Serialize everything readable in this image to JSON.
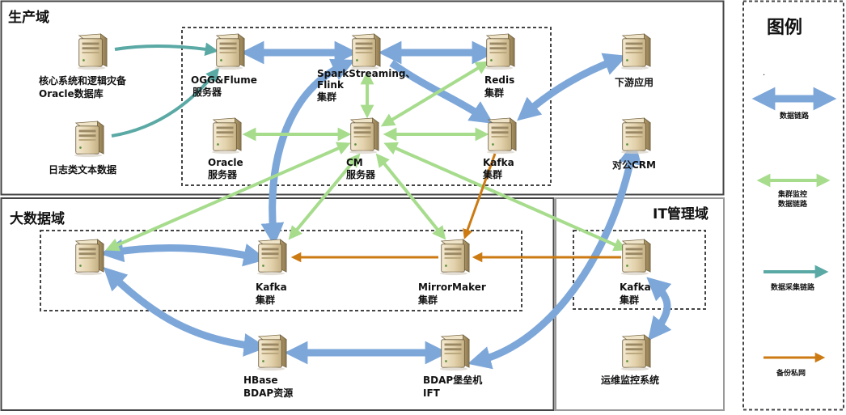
{
  "zones": {
    "production": "生产域",
    "bigdata": "大数据域",
    "it": "IT管理域"
  },
  "nodes": {
    "core_db": [
      "核心系统和逻辑灾备",
      "Oracle数据库"
    ],
    "log_data": [
      "日志类文本数据"
    ],
    "ogg_flume": [
      "OGG&Flume",
      "服务器"
    ],
    "spark": [
      "SparkStreaming、",
      "Flink",
      "集群"
    ],
    "redis": [
      "Redis",
      "集群"
    ],
    "downstream": [
      "下游应用"
    ],
    "oracle": [
      "Oracle",
      "服务器"
    ],
    "cm": [
      "CM",
      "服务器"
    ],
    "kafka_prod": [
      "Kafka",
      "集群"
    ],
    "crm": [
      "对公CRM"
    ],
    "kafka_big": [
      "Kafka",
      "集群"
    ],
    "mirrormaker": [
      "MirrorMaker",
      "集群"
    ],
    "hbase": [
      "HBase",
      "BDAP资源"
    ],
    "bdap": [
      "BDAP堡垒机",
      "IFT"
    ],
    "kafka_it": [
      "Kafka",
      "集群"
    ],
    "ops": [
      "运维监控系统"
    ]
  },
  "legend": {
    "title": "图例",
    "dot": ".",
    "items": [
      {
        "label": [
          "数据链路"
        ],
        "style": "data",
        "color": "#7da7d9"
      },
      {
        "label": [
          "集群监控",
          "数据链路"
        ],
        "style": "monitor",
        "color": "#a6dc8c"
      },
      {
        "label": [
          "数据采集链路"
        ],
        "style": "collect",
        "color": "#5aa9a5"
      },
      {
        "label": [
          "备份私网"
        ],
        "style": "backup",
        "color": "#cc7a12"
      }
    ]
  },
  "colors": {
    "data": "#7da7d9",
    "monitor": "#a6dc8c",
    "collect": "#5aa9a5",
    "backup": "#cc7a12"
  }
}
